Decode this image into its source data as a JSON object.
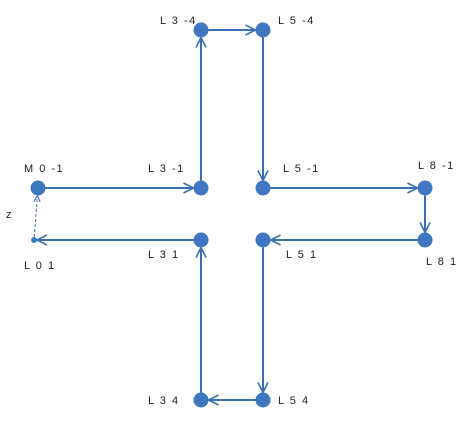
{
  "colors": {
    "edge": "#3a6fb5",
    "node": "#3f78c0",
    "label": "#222222",
    "background": "#ffffff"
  },
  "nodes": [
    {
      "id": "M0-1",
      "label": "M 0 -1"
    },
    {
      "id": "L3-1",
      "label": "L 3 -1"
    },
    {
      "id": "L3-4",
      "label": "L 3 -4"
    },
    {
      "id": "L5-4",
      "label": "L 5 -4"
    },
    {
      "id": "L5-1",
      "label": "L 5 -1"
    },
    {
      "id": "L8-1",
      "label": "L 8 -1"
    },
    {
      "id": "L81",
      "label": "L 8 1"
    },
    {
      "id": "L51",
      "label": "L 5 1"
    },
    {
      "id": "L54",
      "label": "L 5 4"
    },
    {
      "id": "L34",
      "label": "L 3 4"
    },
    {
      "id": "L31",
      "label": "L 3 1"
    },
    {
      "id": "L01",
      "label": "L 0 1"
    }
  ],
  "edges": [
    {
      "from": "M0-1",
      "to": "L3-1",
      "style": "solid"
    },
    {
      "from": "L3-1",
      "to": "L3-4",
      "style": "solid"
    },
    {
      "from": "L3-4",
      "to": "L5-4",
      "style": "solid"
    },
    {
      "from": "L5-4",
      "to": "L5-1",
      "style": "solid"
    },
    {
      "from": "L5-1",
      "to": "L8-1",
      "style": "solid"
    },
    {
      "from": "L8-1",
      "to": "L81",
      "style": "solid"
    },
    {
      "from": "L81",
      "to": "L51",
      "style": "solid"
    },
    {
      "from": "L51",
      "to": "L54",
      "style": "solid"
    },
    {
      "from": "L54",
      "to": "L34",
      "style": "solid"
    },
    {
      "from": "L34",
      "to": "L31",
      "style": "solid"
    },
    {
      "from": "L31",
      "to": "L01",
      "style": "solid"
    },
    {
      "from": "L01",
      "to": "M0-1",
      "style": "dashed",
      "label": "z"
    }
  ]
}
